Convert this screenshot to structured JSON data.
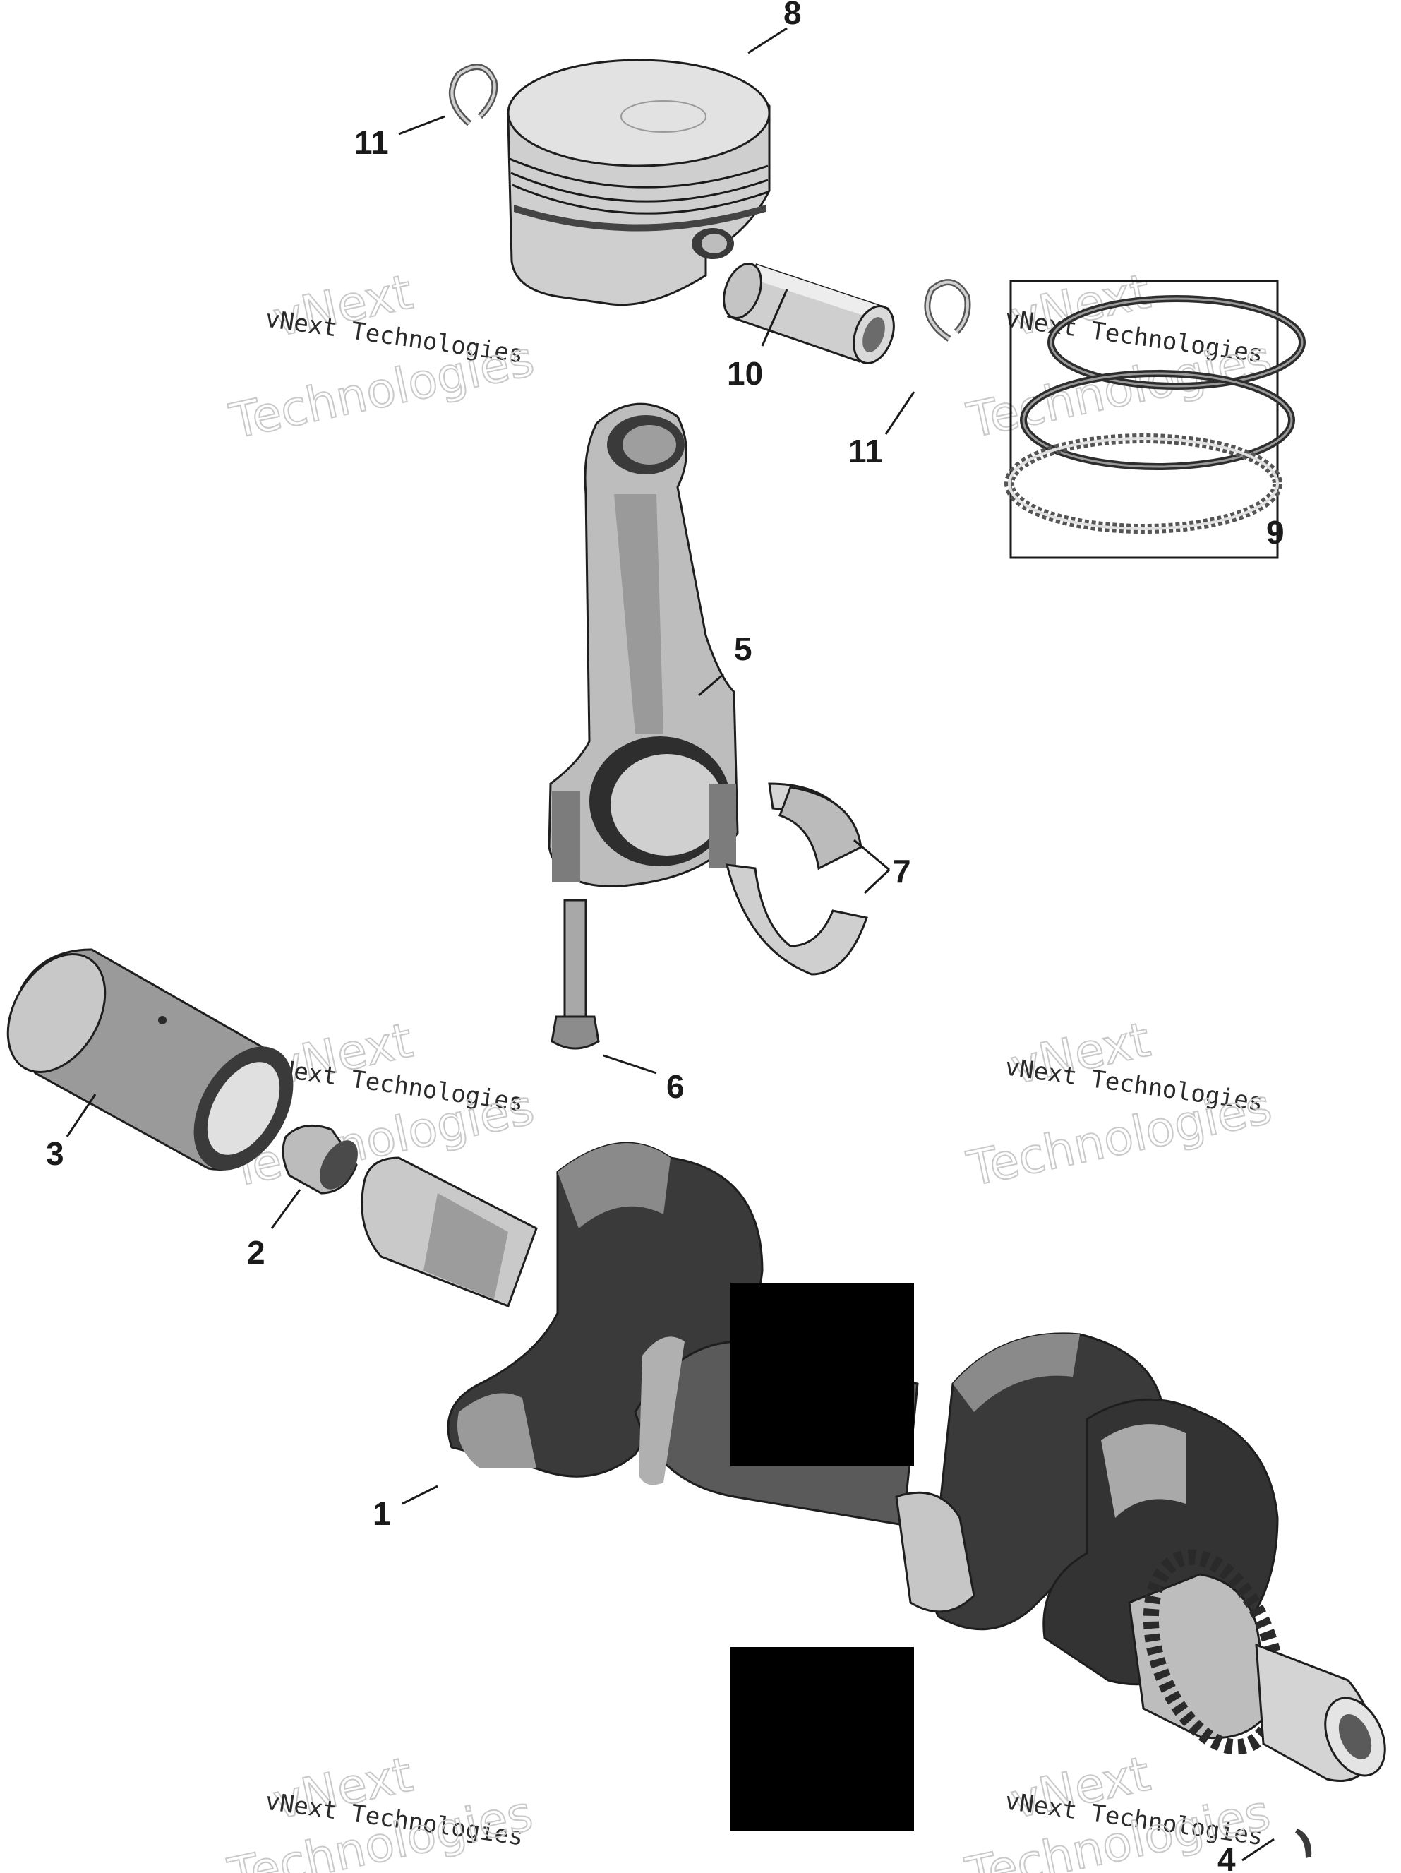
{
  "callouts": [
    {
      "id": "1",
      "label": "1"
    },
    {
      "id": "2",
      "label": "2"
    },
    {
      "id": "3",
      "label": "3"
    },
    {
      "id": "4",
      "label": "4"
    },
    {
      "id": "5",
      "label": "5"
    },
    {
      "id": "6",
      "label": "6"
    },
    {
      "id": "7",
      "label": "7"
    },
    {
      "id": "8",
      "label": "8"
    },
    {
      "id": "9",
      "label": "9"
    },
    {
      "id": "10",
      "label": "10"
    },
    {
      "id": "11a",
      "label": "11"
    },
    {
      "id": "11b",
      "label": "11"
    }
  ],
  "watermark": {
    "line1": "vNext Technologies",
    "big_top": "vNext",
    "big_bottom": "Technologies"
  },
  "colors": {
    "ink": "#1a1a1a",
    "part_dark": "#3a3a3a",
    "part_mid": "#8c8c8c",
    "part_light": "#cfcfcf",
    "redaction": "#000000"
  }
}
